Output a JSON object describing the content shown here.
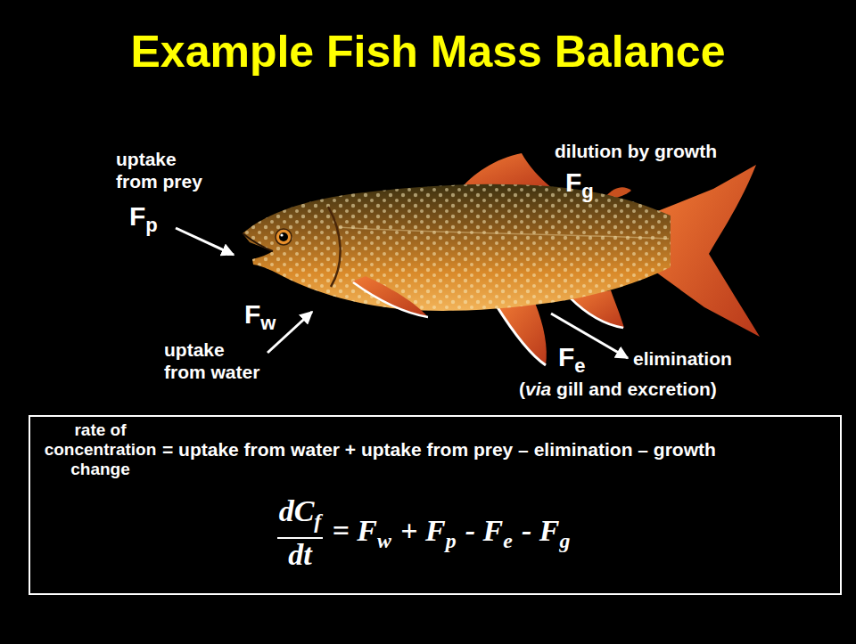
{
  "diagram": {
    "title": "Example Fish Mass Balance",
    "nodes": [
      {
        "text": [
          "rate of concentration change",
          "= uptake from water + uptake from prey – elimination – growth",
          "dC",
          "f",
          "dt",
          "= F",
          "w",
          "+ F",
          "p",
          "- F",
          "e",
          "- F",
          "g"
        ]
      }
    ],
    "labels": [
      "uptake from prey",
      "F",
      "p",
      "dilution by growth",
      "F",
      "g",
      "F",
      "w",
      "uptake from water",
      "F",
      "e",
      "elimination",
      "(",
      "via",
      "gill and excretion)"
    ]
  }
}
